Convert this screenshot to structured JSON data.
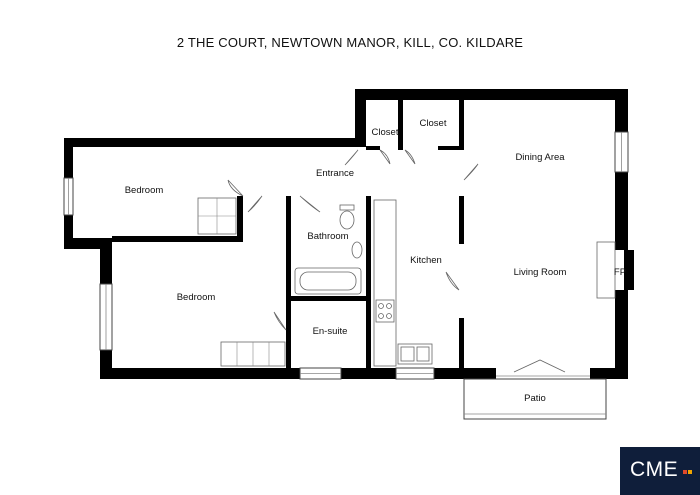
{
  "title": "2 THE COURT, NEWTOWN MANOR, KILL, CO. KILDARE",
  "rooms": {
    "bedroom1": "Bedroom",
    "bedroom2": "Bedroom",
    "entrance": "Entrance",
    "closet1": "Closet",
    "closet2": "Closet",
    "bathroom": "Bathroom",
    "kitchen": "Kitchen",
    "dining": "Dining Area",
    "living": "Living Room",
    "fireplace": "FP",
    "ensuite": "En-suite",
    "patio": "Patio"
  },
  "logo": {
    "text": "CME",
    "colors": {
      "background": "#0f1e3a",
      "dot1": "#e04a2b",
      "dot2": "#f0a500"
    }
  }
}
